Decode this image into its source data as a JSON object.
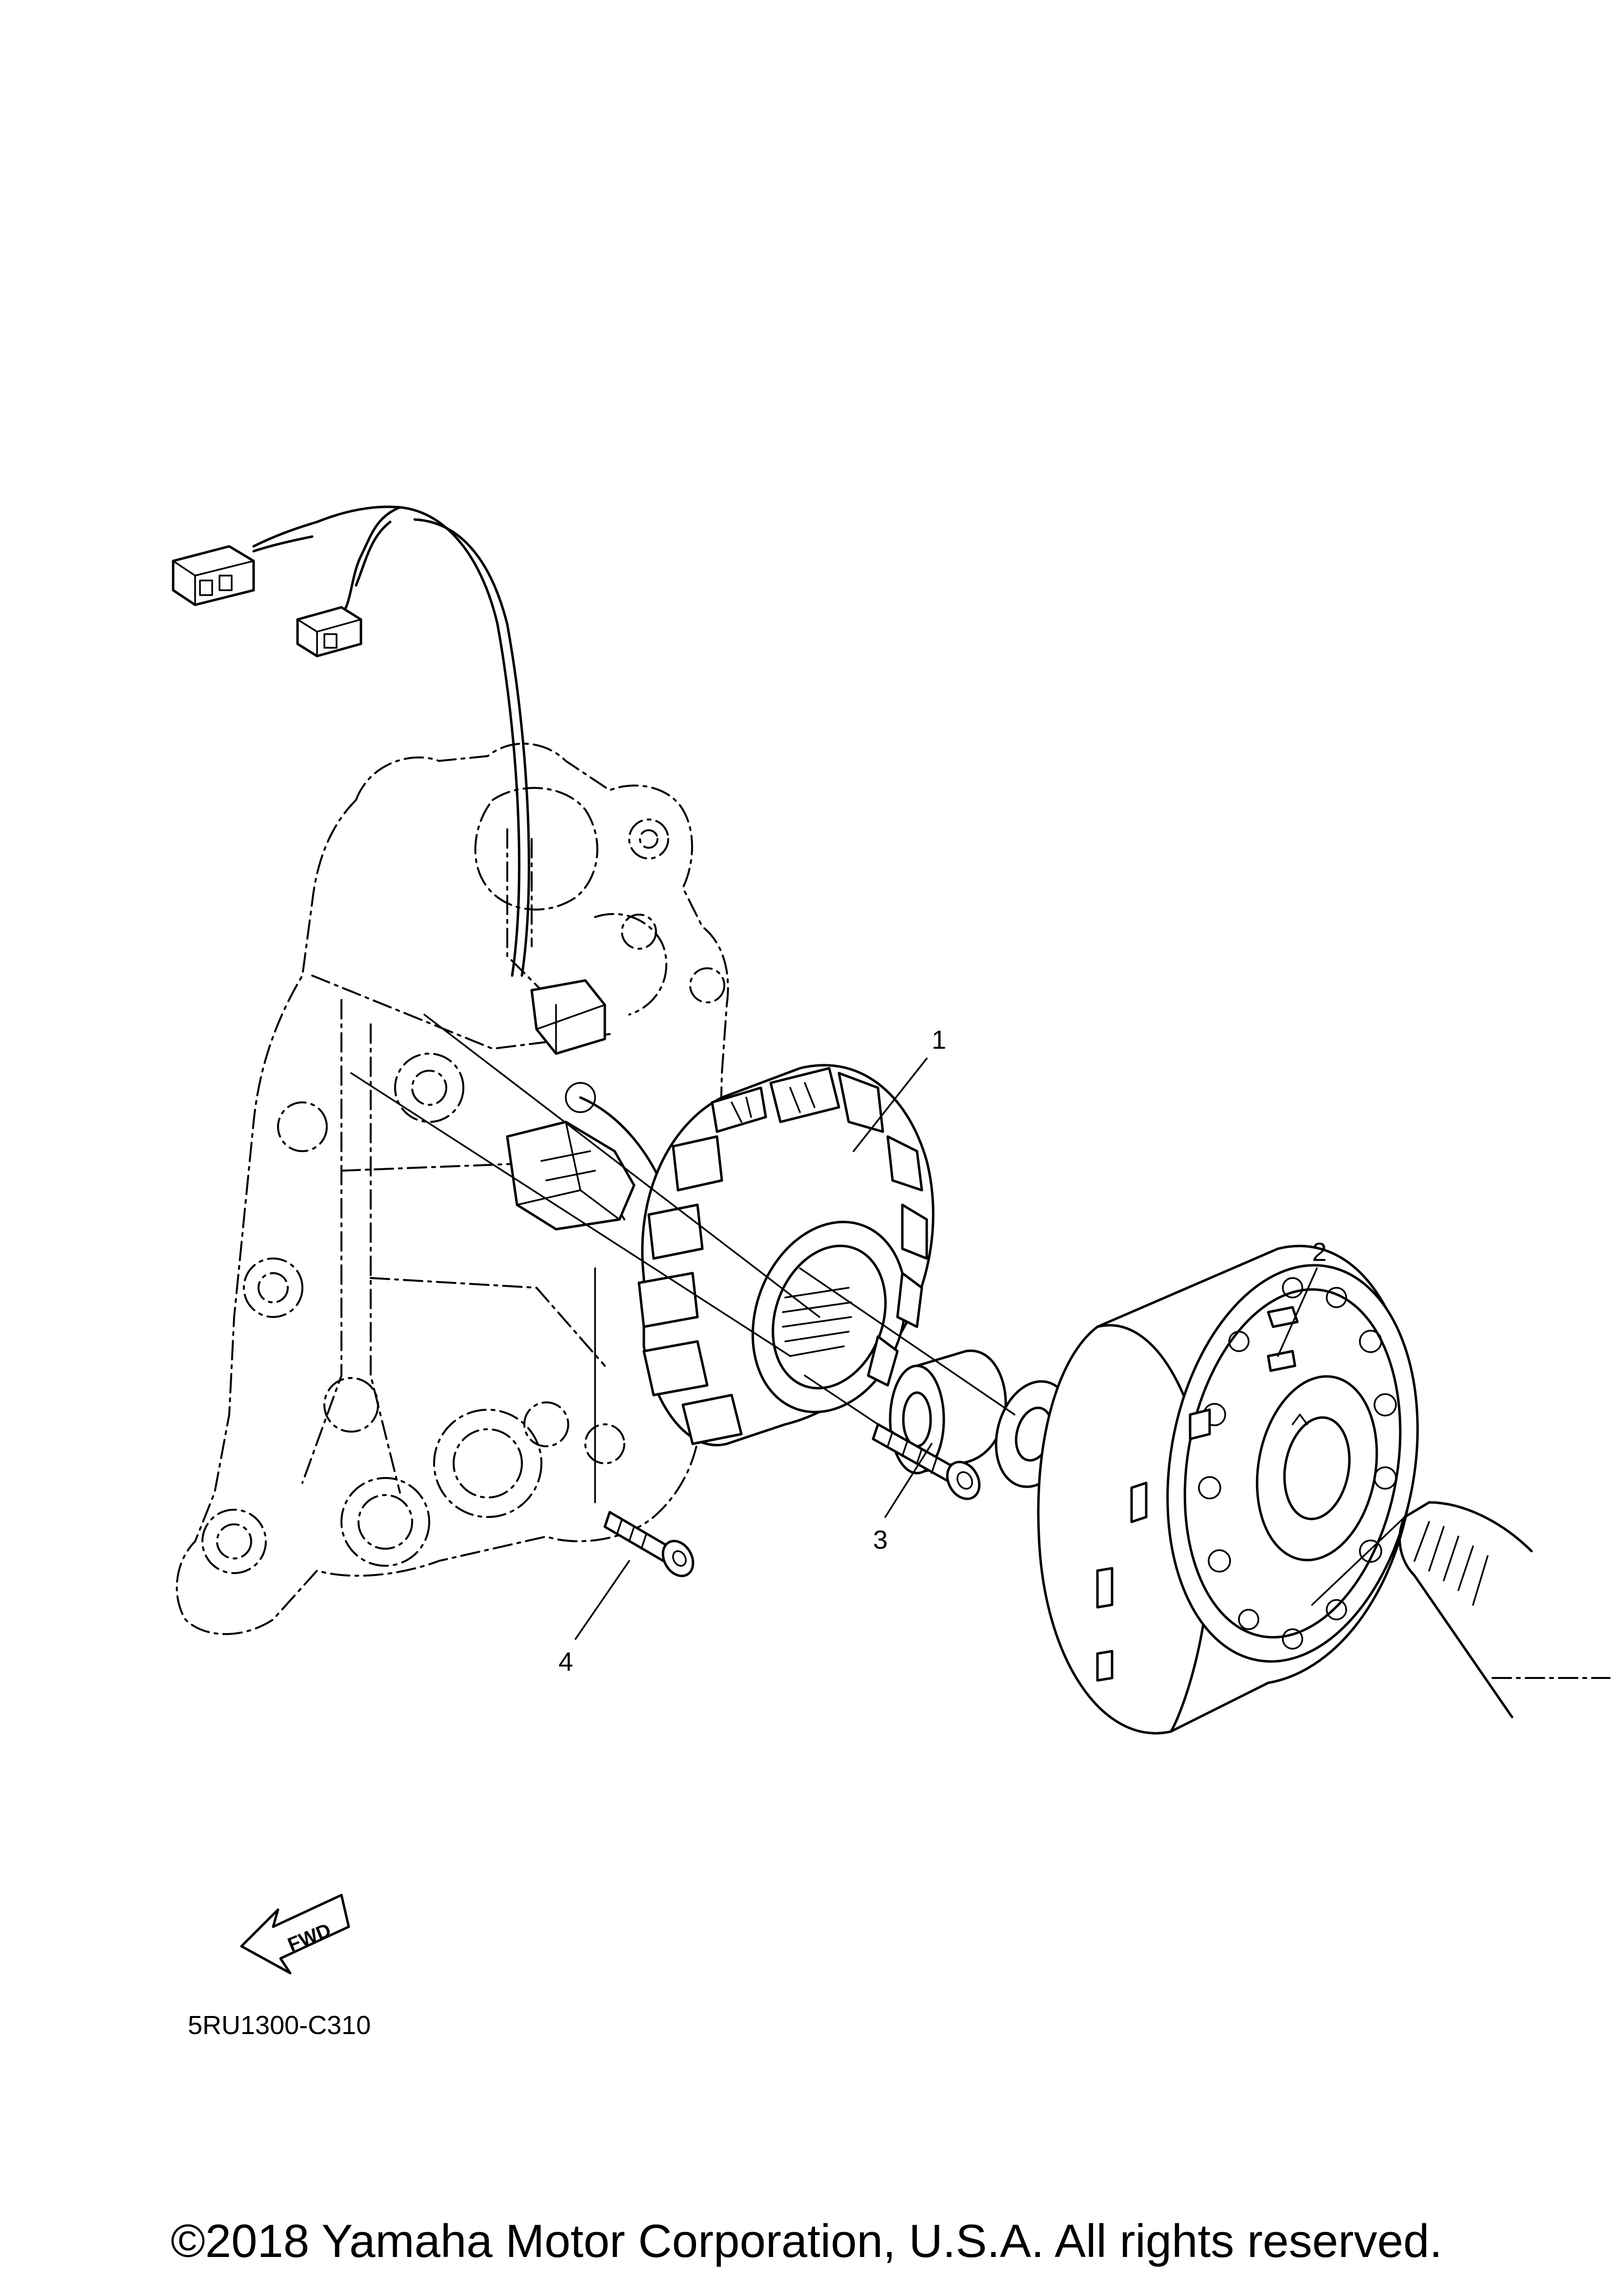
{
  "callouts": [
    {
      "id": "1",
      "label": "1"
    },
    {
      "id": "2",
      "label": "2"
    },
    {
      "id": "3",
      "label": "3"
    },
    {
      "id": "4",
      "label": "4"
    }
  ],
  "fwd_label": "FWD",
  "diagram_code": "5RU1300-C310",
  "copyright": "©2018 Yamaha Motor Corporation, U.S.A. All rights reserved."
}
